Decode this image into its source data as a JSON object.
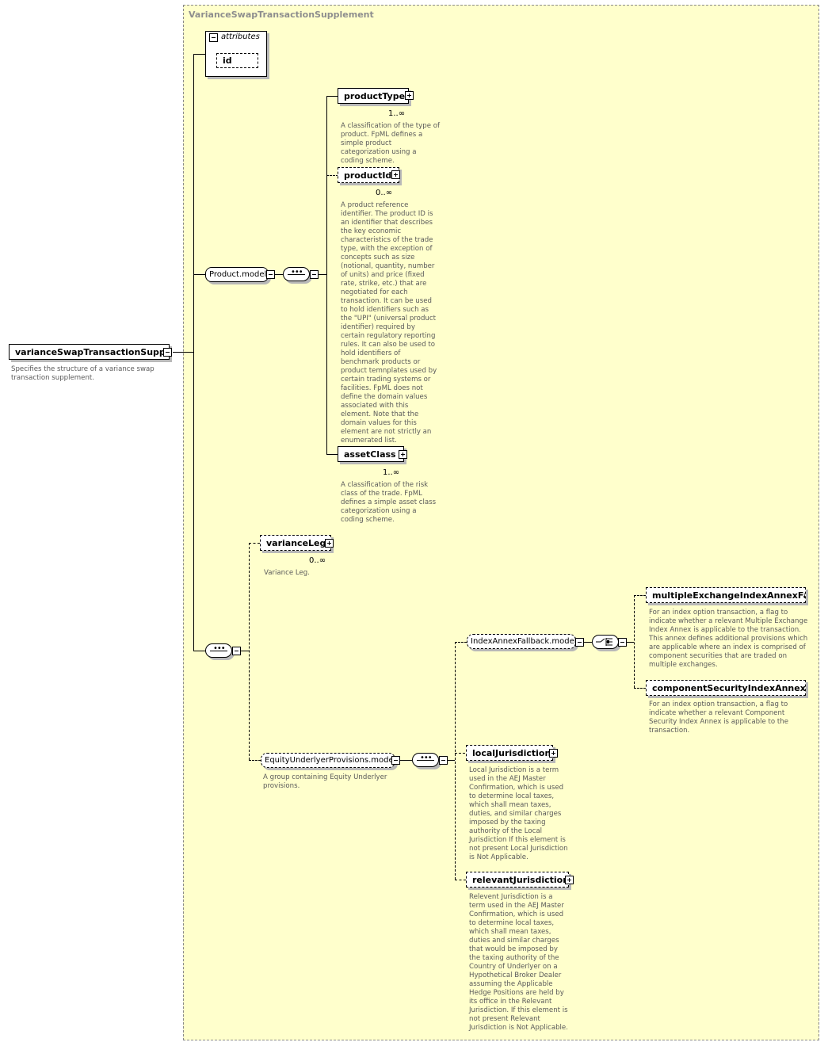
{
  "diagram": {
    "panel_title": "VarianceSwapTransactionSupplement",
    "root": {
      "label": "varianceSwapTransactionSuppl...",
      "description": "Specifies the structure of a variance swap transaction supplement."
    },
    "attributes": {
      "label": "attributes",
      "items": [
        "id"
      ]
    },
    "product_model": {
      "label": "Product.model"
    },
    "product_type": {
      "label": "productType",
      "cardinality": "1..∞",
      "description": "A classification of the type of product. FpML defines a simple product categorization using a coding scheme."
    },
    "product_id": {
      "label": "productId",
      "cardinality": "0..∞",
      "description": "A product reference identifier. The product ID is an identifier that describes the key economic characteristics of the trade type, with the exception of concepts such as size (notional, quantity, number of units) and price (fixed rate, strike, etc.) that are negotiated for each transaction. It can be used to hold identifiers such as the \"UPI\" (universal product identifier) required by certain regulatory reporting rules. It can also be used to hold identifiers of benchmark products or product temnplates used by certain trading systems or facilities. FpML does not define the domain values associated with this element. Note that the domain values for this element are not strictly an enumerated list."
    },
    "asset_class": {
      "label": "assetClass",
      "cardinality": "1..∞",
      "description": "A classification of the risk class of the trade. FpML defines a simple asset class categorization using a coding scheme."
    },
    "variance_leg": {
      "label": "varianceLeg",
      "cardinality": "0..∞",
      "description": "Variance Leg."
    },
    "equity_underlyer": {
      "label": "EquityUnderlyerProvisions.model",
      "description": "A group containing Equity Underlyer provisions."
    },
    "index_annex": {
      "label": "IndexAnnexFallback.model"
    },
    "multiple_exchange": {
      "label": "multipleExchangeIndexAnnexFal...",
      "description": "For an index option transaction, a flag to indicate whether a relevant Multiple Exchange Index Annex is applicable to the transaction. This annex defines additional provisions which are applicable where an index is comprised of component securities that are traded on multiple exchanges."
    },
    "component_security": {
      "label": "componentSecurityIndexAnnex...",
      "description": "For an index option transaction, a flag to indicate whether a relevant Component Security Index Annex is applicable to the transaction."
    },
    "local_jurisdiction": {
      "label": "localJurisdiction",
      "description": "Local Jurisdiction is a term used in the AEJ Master Confirmation, which is used to determine local taxes, which shall mean taxes, duties, and similar charges imposed by the taxing authority of the Local Jurisdiction If this element is not present Local Jurisdiction is Not Applicable."
    },
    "relevant_jurisdiction": {
      "label": "relevantJurisdiction",
      "description": "Relevent Jurisdiction is a term used in the AEJ Master Confirmation, which is used to determine local taxes, which shall mean taxes, duties and similar charges that would be imposed by the taxing authority of the Country of Underlyer on a Hypothetical Broker Dealer assuming the Applicable Hedge Positions are held by its office in the Relevant Jurisdiction. If this element is not present Relevant Jurisdiction is Not Applicable."
    }
  }
}
